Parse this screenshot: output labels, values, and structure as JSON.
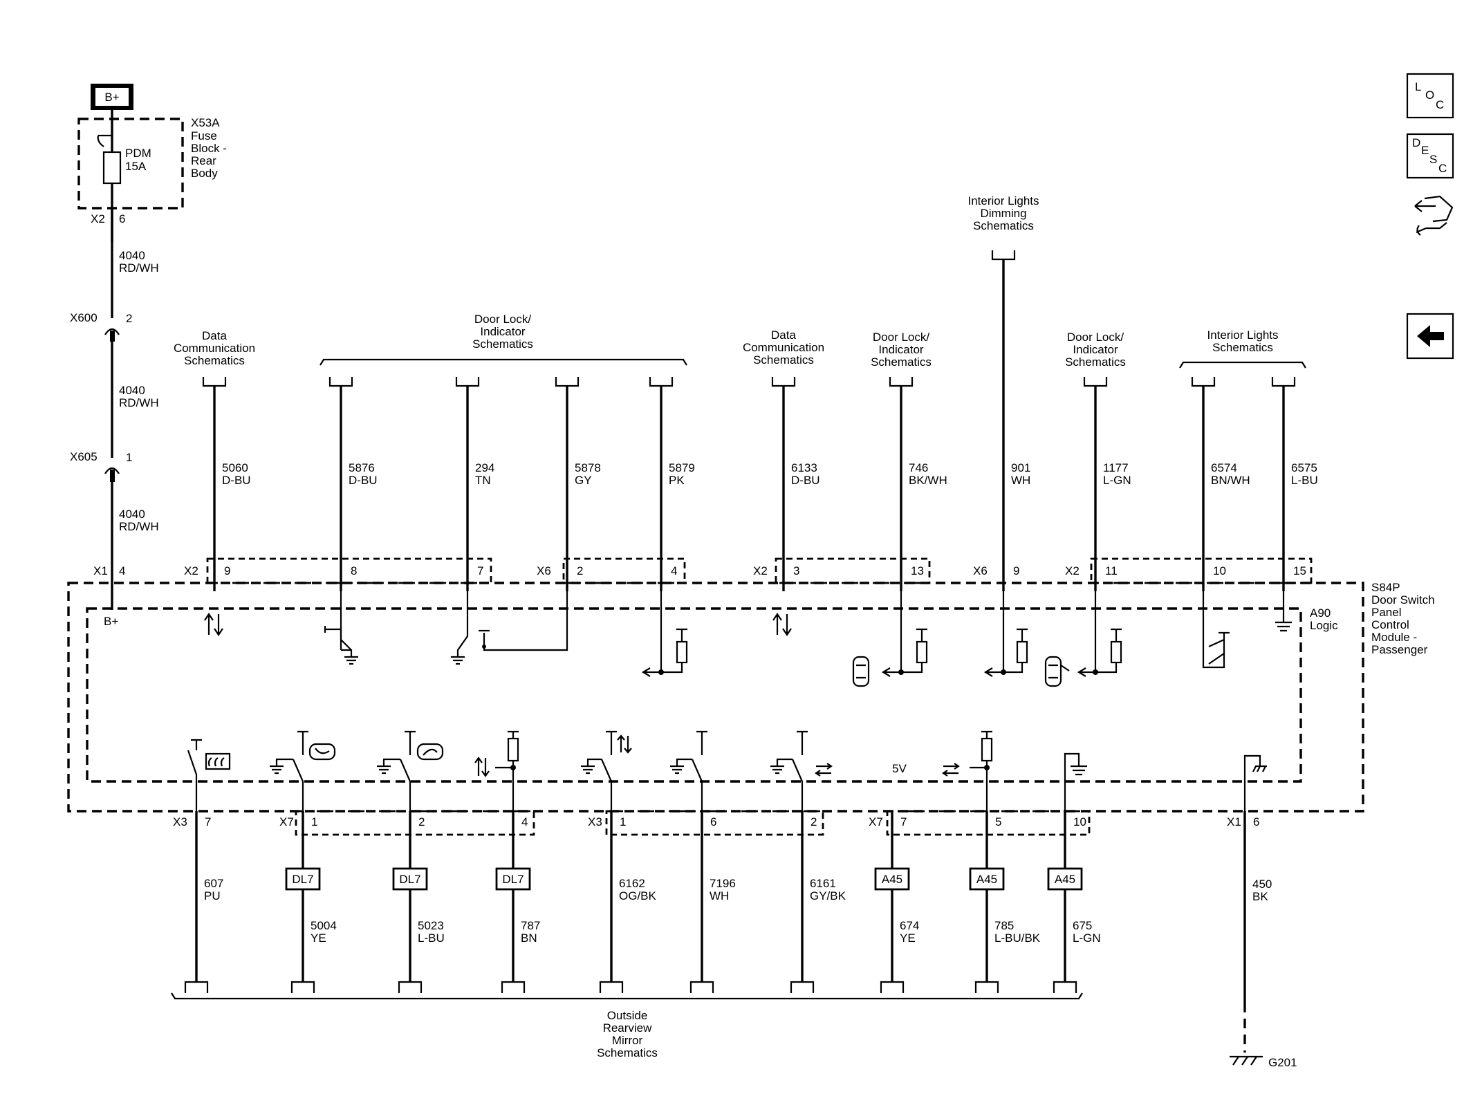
{
  "nav": {
    "loc": [
      "L",
      "O",
      "C"
    ],
    "desc": [
      "D",
      "E",
      "S",
      "C"
    ]
  },
  "power": {
    "battery": "B+",
    "fuse_block": [
      "X53A",
      "Fuse",
      "Block -",
      "Rear",
      "Body"
    ],
    "fuse": [
      "PDM",
      "15A"
    ],
    "fuse_out_conn": "X2",
    "fuse_out_pin": "6",
    "wire_num": "4040",
    "wire_color": "RD/WH",
    "inline1": {
      "name": "X600",
      "pin": "2"
    },
    "inline2": {
      "name": "X605",
      "pin": "1"
    },
    "module_conn": "X1",
    "module_pin": "4",
    "internal_label": "B+"
  },
  "module": {
    "name": [
      "S84P",
      "Door Switch",
      "Panel",
      "Control",
      "Module -",
      "Passenger"
    ],
    "logic": [
      "A90",
      "Logic"
    ]
  },
  "refs": {
    "data_comm": [
      "Data",
      "Communication",
      "Schematics"
    ],
    "door_lock": [
      "Door Lock/",
      "Indicator",
      "Schematics"
    ],
    "int_dim": [
      "Interior Lights",
      "Dimming",
      "Schematics"
    ],
    "int_lights": [
      "Interior Lights",
      "Schematics"
    ],
    "mirror": [
      "Outside",
      "Rearview",
      "Mirror",
      "Schematics"
    ]
  },
  "top_circuits": [
    {
      "conn": "X2",
      "pin": "9",
      "num": "5060",
      "color": "D-BU"
    },
    {
      "conn": "",
      "pin": "8",
      "num": "5876",
      "color": "D-BU"
    },
    {
      "conn": "",
      "pin": "7",
      "num": "294",
      "color": "TN"
    },
    {
      "conn": "X6",
      "pin": "2",
      "num": "5878",
      "color": "GY"
    },
    {
      "conn": "",
      "pin": "4",
      "num": "5879",
      "color": "PK"
    },
    {
      "conn": "X2",
      "pin": "3",
      "num": "6133",
      "color": "D-BU"
    },
    {
      "conn": "",
      "pin": "13",
      "num": "746",
      "color": "BK/WH"
    },
    {
      "conn": "X6",
      "pin": "9",
      "num": "901",
      "color": "WH"
    },
    {
      "conn": "X2",
      "pin": "11",
      "num": "1177",
      "color": "L-GN"
    },
    {
      "conn": "",
      "pin": "10",
      "num": "6574",
      "color": "BN/WH"
    },
    {
      "conn": "",
      "pin": "15",
      "num": "6575",
      "color": "L-BU"
    }
  ],
  "bottom_circuits": [
    {
      "conn": "X3",
      "pin": "7",
      "num": "607",
      "color": "PU",
      "inline": "",
      "num2": "",
      "color2": ""
    },
    {
      "conn": "X7",
      "pin": "1",
      "num": "",
      "color": "",
      "inline": "DL7",
      "num2": "5004",
      "color2": "YE"
    },
    {
      "conn": "",
      "pin": "2",
      "num": "",
      "color": "",
      "inline": "DL7",
      "num2": "5023",
      "color2": "L-BU"
    },
    {
      "conn": "",
      "pin": "4",
      "num": "",
      "color": "",
      "inline": "DL7",
      "num2": "787",
      "color2": "BN"
    },
    {
      "conn": "X3",
      "pin": "1",
      "num": "6162",
      "color": "OG/BK",
      "inline": "",
      "num2": "",
      "color2": ""
    },
    {
      "conn": "",
      "pin": "6",
      "num": "7196",
      "color": "WH",
      "inline": "",
      "num2": "",
      "color2": ""
    },
    {
      "conn": "",
      "pin": "2",
      "num": "6161",
      "color": "GY/BK",
      "inline": "",
      "num2": "",
      "color2": ""
    },
    {
      "conn": "X7",
      "pin": "7",
      "num": "",
      "color": "",
      "inline": "A45",
      "num2": "674",
      "color2": "YE"
    },
    {
      "conn": "",
      "pin": "5",
      "num": "",
      "color": "",
      "inline": "A45",
      "num2": "785",
      "color2": "L-BU/BK"
    },
    {
      "conn": "",
      "pin": "10",
      "num": "",
      "color": "",
      "inline": "A45",
      "num2": "675",
      "color2": "L-GN"
    }
  ],
  "voltage_label": "5V",
  "ground_circuit": {
    "conn": "X1",
    "pin": "6",
    "num": "450",
    "color": "BK",
    "ground": "G201"
  }
}
